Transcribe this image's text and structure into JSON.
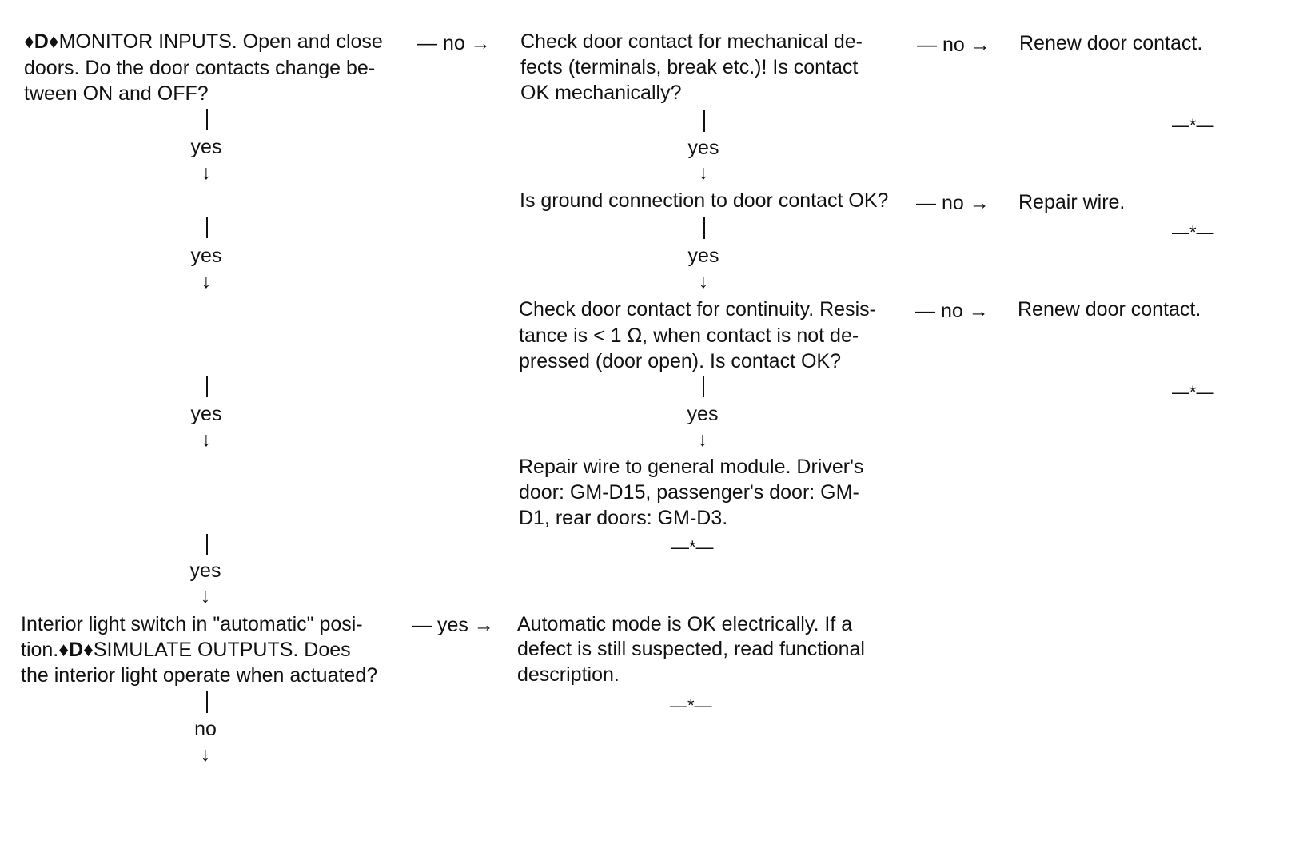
{
  "col1": {
    "step1": {
      "prefix": "♦D♦",
      "lines": [
        "MONITOR INPUTS. Open and close",
        "doors. Do the door contacts change be-",
        "tween ON and OFF?"
      ]
    },
    "yes1": "yes",
    "yes2": "yes",
    "yes3": "yes",
    "yes4": "yes",
    "step2": {
      "line1": "Interior light switch in \"automatic\" posi-",
      "line2_text": "tion.",
      "line2_prefix": "♦D♦",
      "line2_rest": "SIMULATE OUTPUTS. Does",
      "line3": "the interior light operate when actuated?"
    },
    "no1": "no"
  },
  "connectors": {
    "no": "— no →",
    "yes": "— yes →",
    "arrow_down": "↓",
    "end_marker": "—*—"
  },
  "col2": {
    "q1": [
      "Check door contact for mechanical de-",
      "fects (terminals, break etc.)! Is contact",
      "OK mechanically?"
    ],
    "yes_a": "yes",
    "q2": "Is ground connection to door contact OK?",
    "yes_b": "yes",
    "q3": [
      "Check door contact for continuity. Resis-",
      "tance is < 1 Ω, when contact is not de-",
      "pressed (door open). Is contact OK?"
    ],
    "yes_c": "yes",
    "r1": [
      "Repair wire to general module. Driver's",
      "door: GM-D15, passenger's door: GM-",
      "D1, rear doors: GM-D3."
    ],
    "r2": [
      "Automatic mode is OK electrically. If a",
      "defect is still suspected, read functional",
      "description."
    ]
  },
  "col3": {
    "a1": "Renew door contact.",
    "a2": "Repair wire.",
    "a3": "Renew door contact."
  }
}
